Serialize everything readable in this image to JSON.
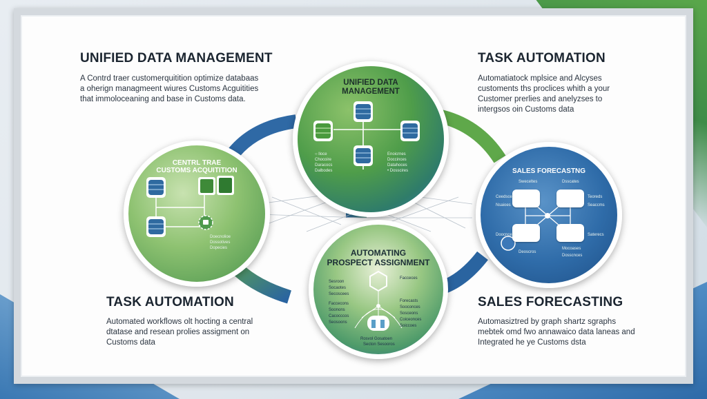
{
  "headings": {
    "top_left": "UNIFIED DATA MANAGEMENT",
    "top_right": "TASK AUTOMATION",
    "bottom_left": "TASK  AUTOMATION",
    "bottom_right": "SALES FORECASTING"
  },
  "descriptions": {
    "top_left": "A Contrd traer customerquitition optimize databaas a oherign managmeent wiures Customs Acguitities that immoloceaning and base in Customs data.",
    "top_right": "Automatiatock mplsice and Alcyses customents ths proclices whith a your Customer prerlies and anelyzses to intergsos oin Customs data",
    "bottom_left": "Automated workflows olt hocting a central dtatase and resean prolies assigment on Customs data",
    "bottom_right": "Automasiztred by graph shartz sgraphs mebtek omd fwo annawaico data laneas and Integrated he ye Customs dsta"
  },
  "circles": {
    "top": {
      "title_line1": "UNIFIED DATA",
      "title_line2": "MANAGEMENT",
      "labels": [
        "○ lloce",
        "Chocoire",
        "Daracocs",
        "Dalbodes",
        "Enoicrnes",
        "Doccinces",
        "Datahoces",
        "• Dosscires"
      ]
    },
    "left": {
      "title_line1": "CENTRL TRAE",
      "title_line2": "CUSTOMS ACQUITITION",
      "labels": [
        "Doecnolioe",
        "Dossotives",
        "Dopecies"
      ]
    },
    "right": {
      "title": "SALES FORECASTNG",
      "labels": [
        "Sweceltes",
        "Dsscates",
        "Ceedsces",
        "Teoreds",
        "Nsaioes",
        "Seaccms",
        "Doocnces",
        "Saterecs",
        "Deoscros",
        "Mocoases",
        "Dosscnces"
      ]
    },
    "bottom": {
      "title_line1": "AUTOMATING",
      "title_line2": "PROSPECT ASSIGNMENT",
      "labels": [
        "Sesroon",
        "Socaotes",
        "Secoscees",
        "Faccecons",
        "Soonons",
        "Cacocccos",
        "Seosoons",
        "Forecasts",
        "Sooconces",
        "Sosceons",
        "Coiceonces",
        "Soiccoes",
        "Facceces",
        "Rosvol Gosatoen",
        "Secton Sesooros"
      ]
    }
  },
  "colors": {
    "green": "#4f9d4a",
    "blue": "#2f6ca9",
    "ring_green": "#5fa84a",
    "ring_blue": "#2a64a0",
    "heading": "#1b2530"
  }
}
